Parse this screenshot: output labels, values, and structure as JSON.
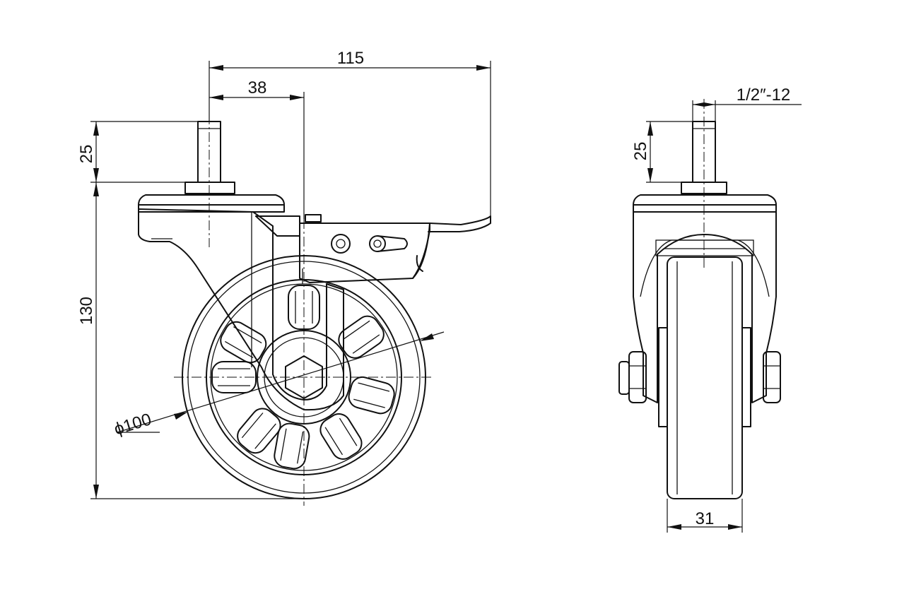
{
  "colors": {
    "line": "#111111",
    "background": "#ffffff"
  },
  "dimensions": {
    "overall_width": "115",
    "stem_offset": "38",
    "stem_length_side": "25",
    "overall_height": "130",
    "wheel_diameter": "ϕ100",
    "thread": "1/2″-12",
    "stem_length_front": "25",
    "wheel_width": "31"
  }
}
